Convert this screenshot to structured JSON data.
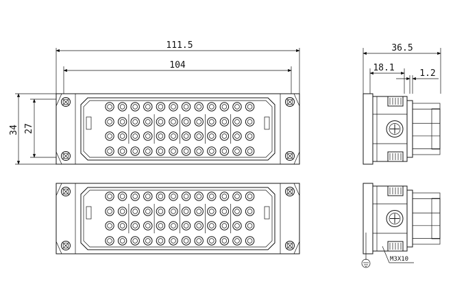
{
  "dimensions": {
    "overall_width": "111.5",
    "inner_width": "104",
    "overall_height": "34",
    "inner_height": "27",
    "side_depth": "36.5",
    "side_body": "18.1",
    "side_flange": "1.2"
  },
  "labels": {
    "screw_spec": "M3X10"
  },
  "icons": {
    "ground": "ground-symbol-icon",
    "screw": "screw-head-icon"
  },
  "colors": {
    "line": "#111111",
    "background": "#ffffff"
  }
}
